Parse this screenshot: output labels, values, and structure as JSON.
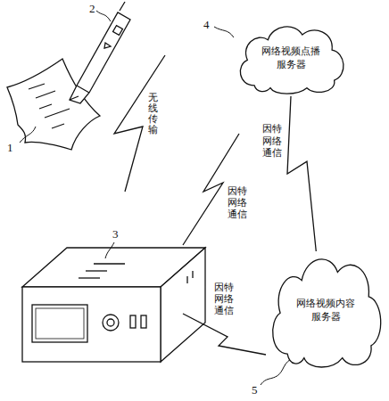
{
  "diagram": {
    "nodes": [
      {
        "text": [
          "网络视频点播服务器"
        ]
      },
      {
        "text": [
          "网络视频内容服务器"
        ]
      }
    ],
    "edges": [
      {
        "from": 0,
        "to": 1,
        "arrow": "none",
        "label": "因特网络通信"
      }
    ],
    "labels": [
      "1",
      "2",
      "3",
      "4",
      "5",
      "无线传输",
      "因特网络通信",
      "因特网络通信"
    ]
  }
}
